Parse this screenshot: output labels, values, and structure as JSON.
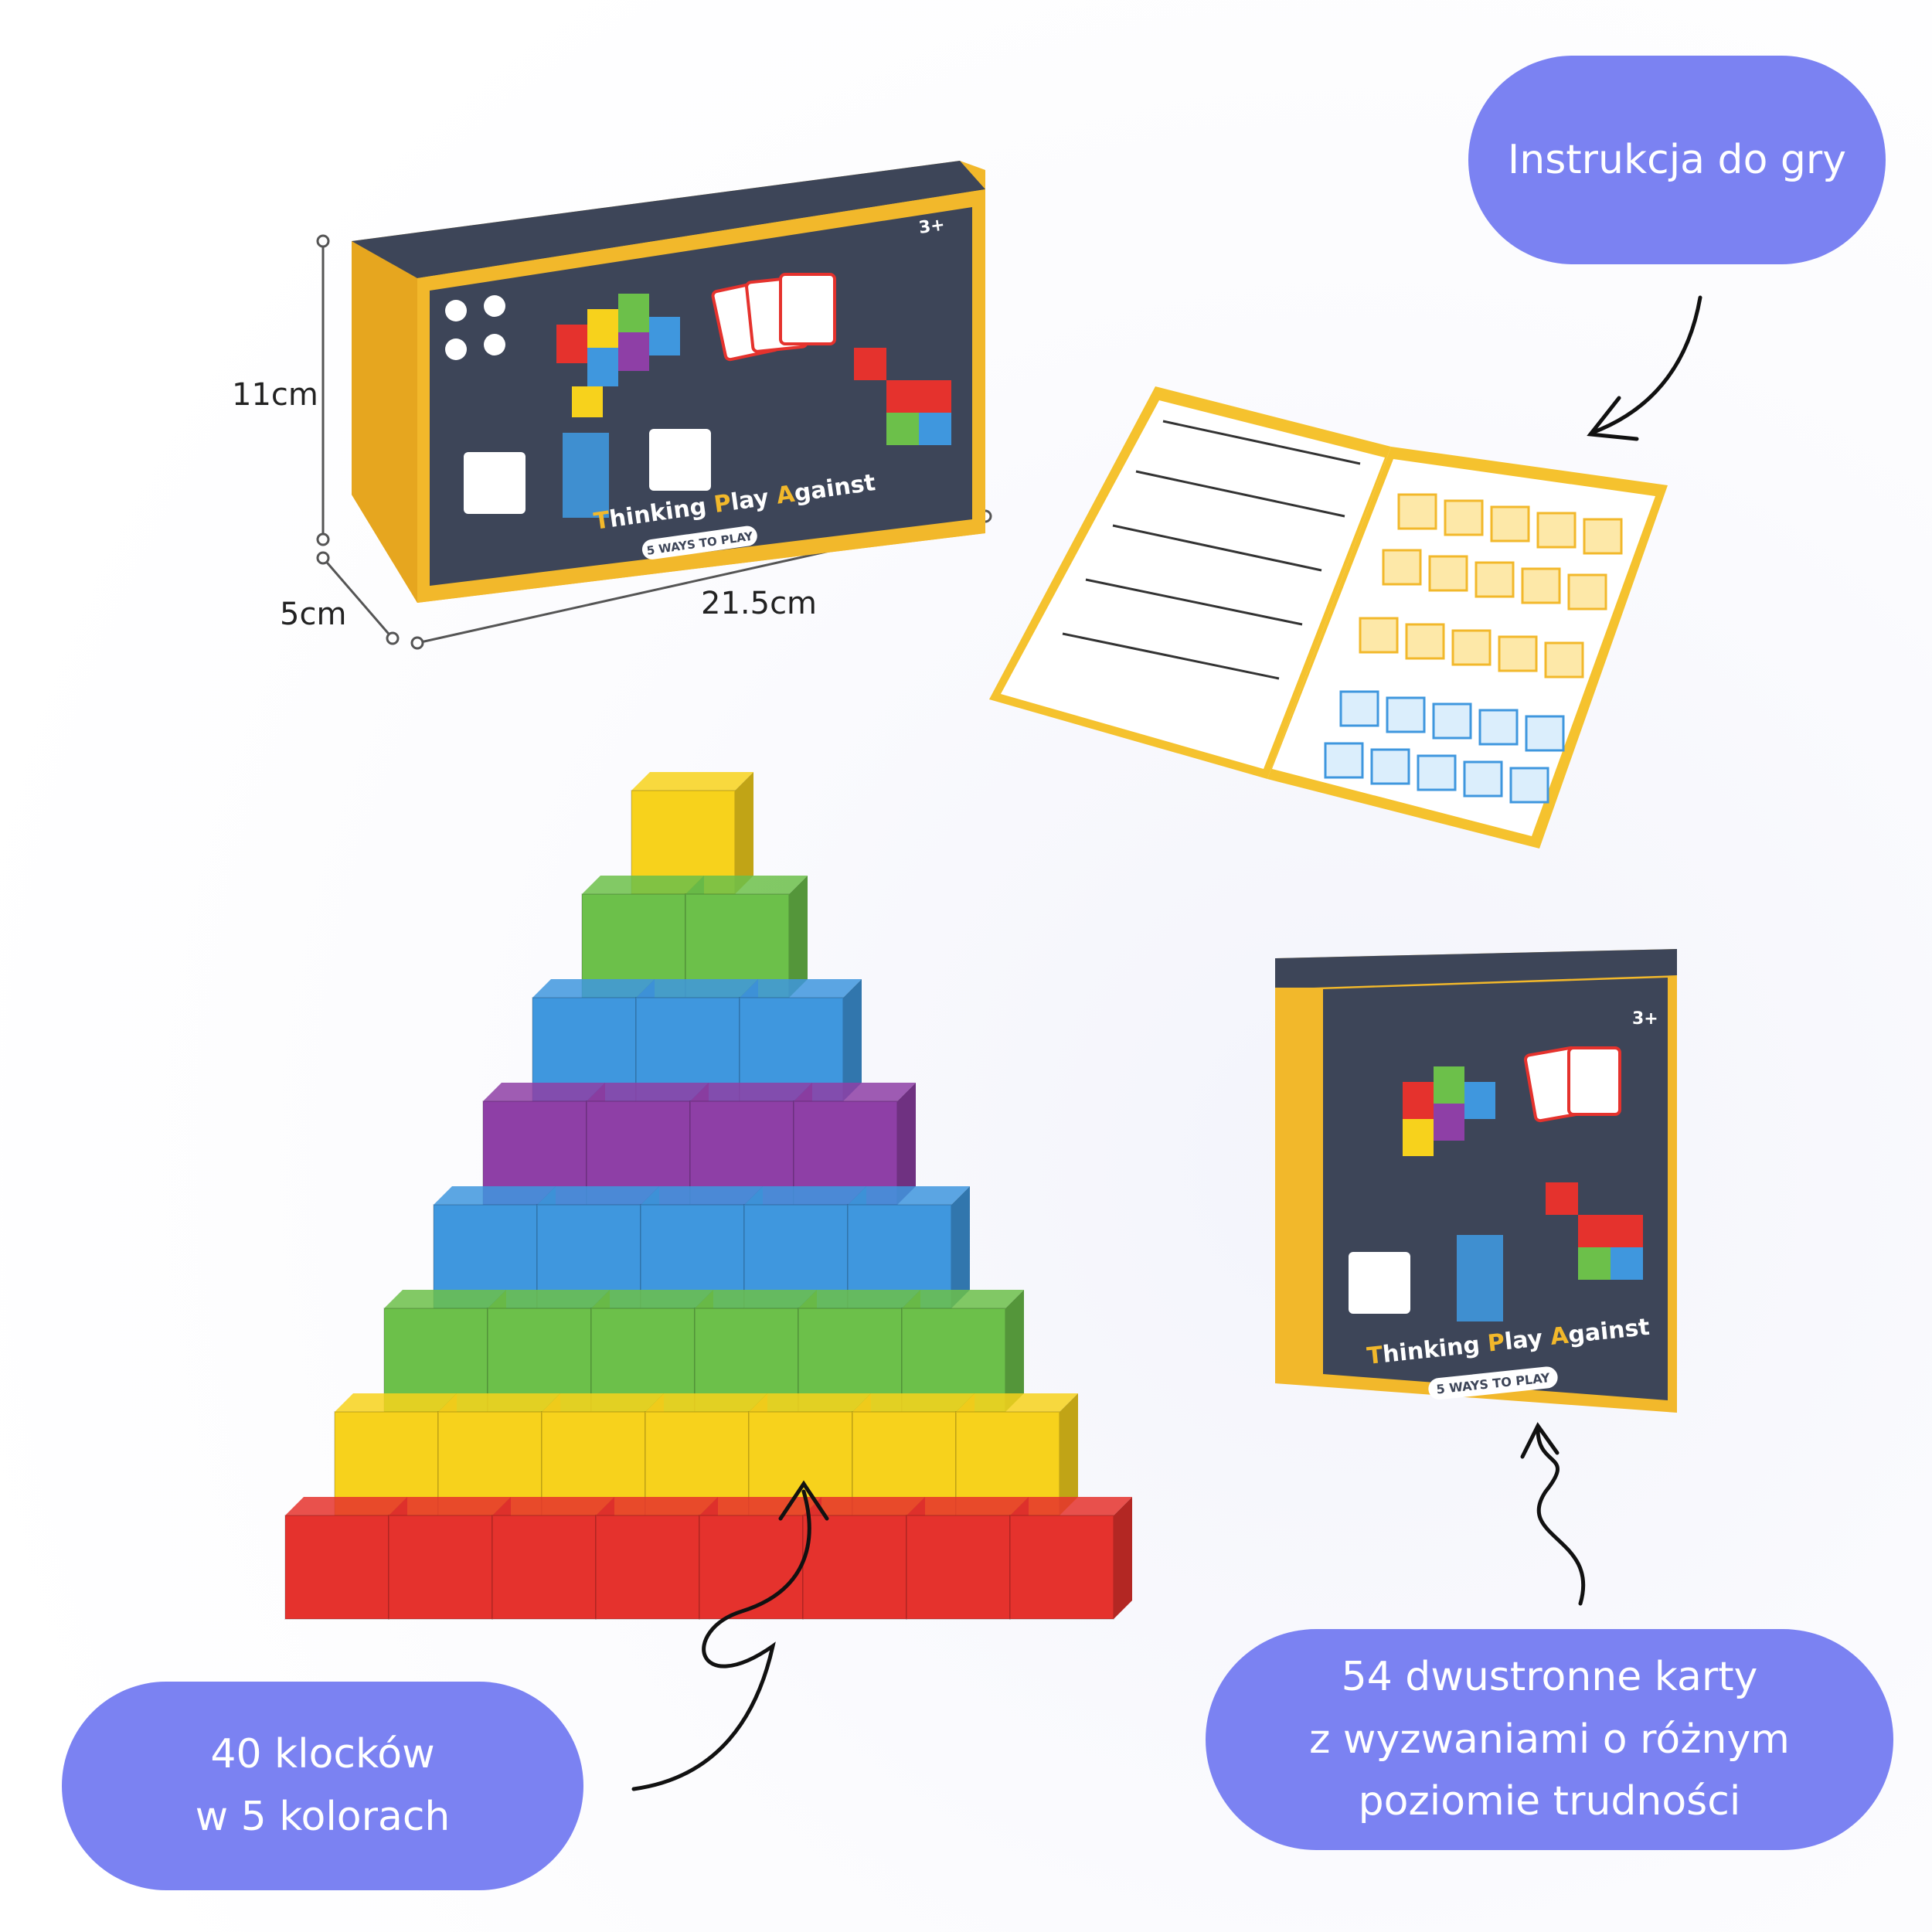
{
  "colors": {
    "pill_bg": "#7b82f2",
    "pill_text": "#ffffff",
    "box_navy": "#3d4558",
    "box_gold": "#f2b82b",
    "red": "#e5322d",
    "yellow": "#f7d21c",
    "green": "#6cc04a",
    "blue": "#3f97de",
    "purple": "#8e3fa6"
  },
  "dimensions": {
    "height": "11cm",
    "depth": "5cm",
    "width": "21.5cm"
  },
  "box_large": {
    "title_t": "T",
    "title_rest1": "hinking ",
    "title_p": "P",
    "title_rest2": "lay ",
    "title_a": "A",
    "title_rest3": "gainst",
    "subtitle": "5 WAYS TO PLAY",
    "age": "3+"
  },
  "box_small": {
    "title_t": "T",
    "title_rest1": "hinking ",
    "title_p": "P",
    "title_rest2": "lay ",
    "title_a": "A",
    "title_rest3": "gainst",
    "subtitle": "5 WAYS TO PLAY",
    "age": "3+"
  },
  "callouts": {
    "instructions": "Instrukcja do gry",
    "blocks_line1": "40 klocków",
    "blocks_line2": "w 5 kolorach",
    "cards_line1": "54 dwustronne karty",
    "cards_line2": "z wyzwaniami o różnym",
    "cards_line3": "poziomie trudności"
  },
  "pyramid": [
    {
      "color": "yellow",
      "count": 1
    },
    {
      "color": "green",
      "count": 2
    },
    {
      "color": "blue",
      "count": 3
    },
    {
      "color": "purple",
      "count": 4
    },
    {
      "color": "blue",
      "count": 5
    },
    {
      "color": "green",
      "count": 6
    },
    {
      "color": "yellow",
      "count": 7
    },
    {
      "color": "red",
      "count": 8
    }
  ]
}
